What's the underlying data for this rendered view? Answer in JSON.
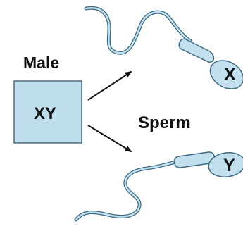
{
  "labels": {
    "parent": "Male",
    "genotype": "XY",
    "gamete": "Sperm",
    "chromosome_x": "X",
    "chromosome_y": "Y"
  },
  "colors": {
    "box_fill": "#c0dfec",
    "box_stroke": "#4a6e80",
    "sperm_fill": "#c2e0ee",
    "sperm_stroke": "#3c6a80",
    "text": "#111111",
    "arrow": "#111111"
  }
}
